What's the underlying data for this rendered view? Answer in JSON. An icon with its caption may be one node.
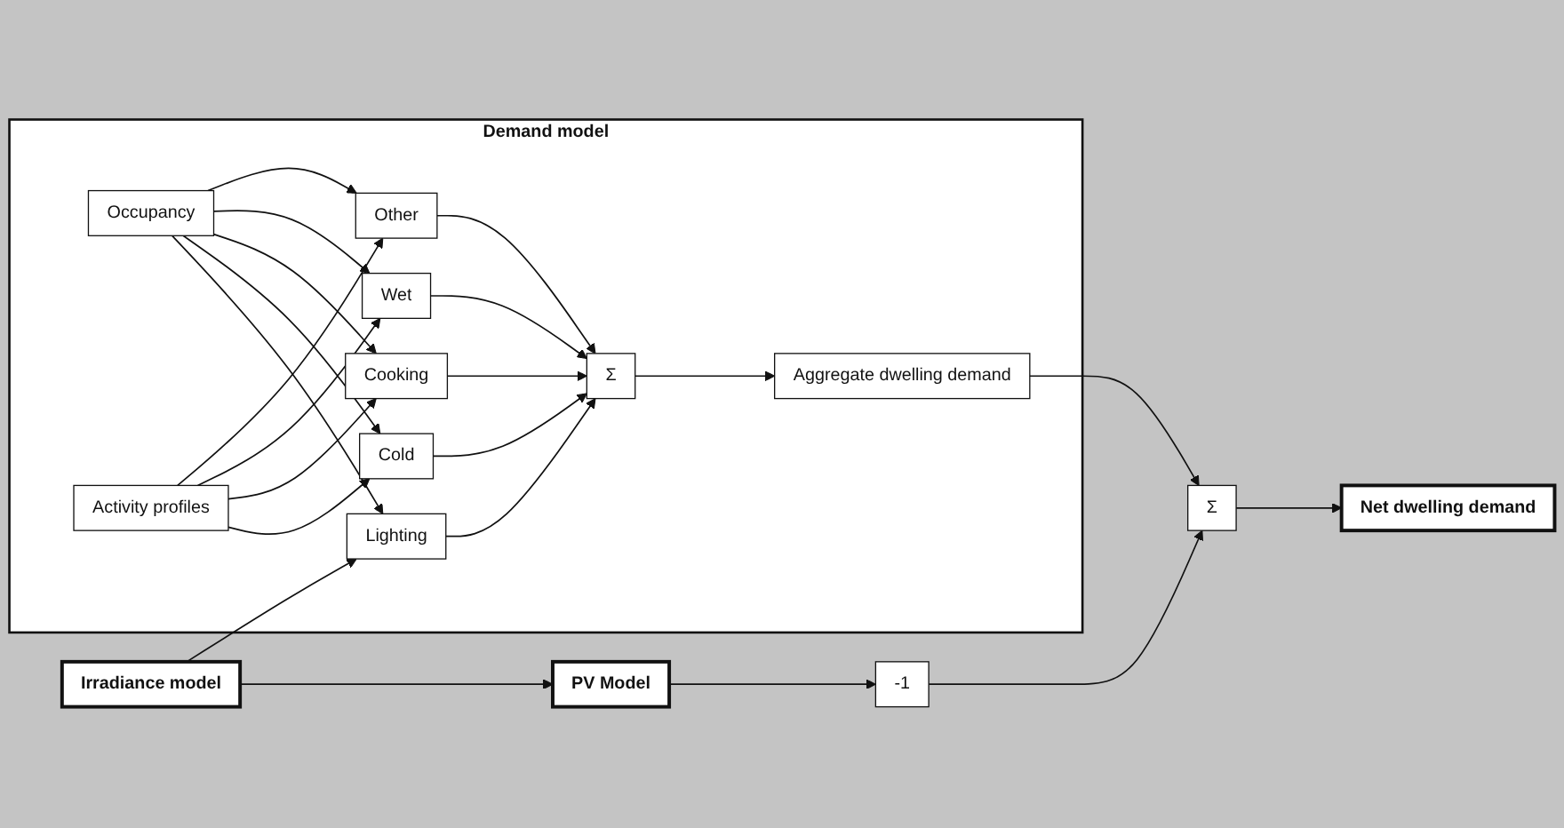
{
  "diagram": {
    "nodes": [
      {
        "text": [
          "Irradiance model"
        ]
      },
      {
        "text": [
          "PV Model"
        ]
      },
      {
        "text": [
          "Demand model"
        ]
      },
      {
        "text": [
          "Occupancy"
        ],
        "in": 2
      },
      {
        "text": [
          "Activity profiles"
        ],
        "in": 2
      },
      {
        "text": [
          "Lighting"
        ],
        "in": 2
      },
      {
        "text": [
          "Cold"
        ],
        "in": 2
      },
      {
        "text": [
          "Cooking"
        ],
        "in": 2
      },
      {
        "text": [
          "Wet"
        ],
        "in": 2
      },
      {
        "text": [
          "Other"
        ],
        "in": 2
      },
      {
        "text": [
          "Σ"
        ],
        "in": 2
      },
      {
        "text": [
          "Aggregate dwelling demand"
        ],
        "in": 2
      },
      {
        "text": [
          "-1"
        ]
      },
      {
        "text": [
          "Σ"
        ]
      },
      {
        "text": [
          "Net dwelling demand"
        ]
      }
    ],
    "edges": [
      {
        "from": 0,
        "to": 1,
        "arrow": "to"
      },
      {
        "from": 0,
        "to": 5,
        "arrow": "to"
      },
      {
        "from": 3,
        "to": 5,
        "arrow": "to"
      },
      {
        "from": 3,
        "to": 6,
        "arrow": "to"
      },
      {
        "from": 3,
        "to": 7,
        "arrow": "to"
      },
      {
        "from": 3,
        "to": 8,
        "arrow": "to"
      },
      {
        "from": 3,
        "to": 9,
        "arrow": "to"
      },
      {
        "from": 4,
        "to": 6,
        "arrow": "to"
      },
      {
        "from": 4,
        "to": 7,
        "arrow": "to"
      },
      {
        "from": 4,
        "to": 8,
        "arrow": "to"
      },
      {
        "from": 4,
        "to": 9,
        "arrow": "to"
      },
      {
        "from": 5,
        "to": 10,
        "arrow": "to"
      },
      {
        "from": 6,
        "to": 10,
        "arrow": "to"
      },
      {
        "from": 7,
        "to": 10,
        "arrow": "to"
      },
      {
        "from": 8,
        "to": 10,
        "arrow": "to"
      },
      {
        "from": 9,
        "to": 10,
        "arrow": "to"
      },
      {
        "from": 10,
        "to": 11,
        "arrow": "to"
      },
      {
        "from": 11,
        "to": 13,
        "arrow": "to"
      },
      {
        "from": 1,
        "to": 12,
        "arrow": "to"
      },
      {
        "from": 12,
        "to": 13,
        "arrow": "to"
      },
      {
        "from": 13,
        "to": 14,
        "arrow": "to"
      }
    ]
  }
}
